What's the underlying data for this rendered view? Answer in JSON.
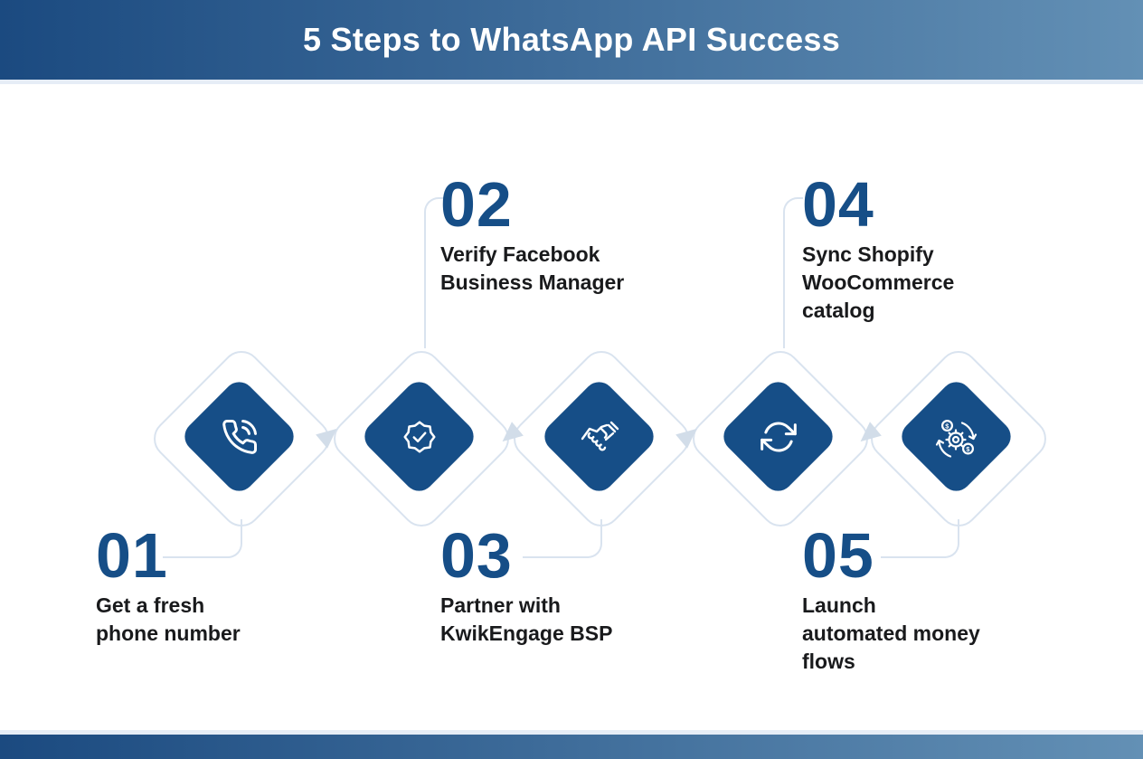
{
  "header": {
    "title": "5 Steps to WhatsApp API Success"
  },
  "colors": {
    "brand_dark_blue": "#164e87",
    "gradient_start": "#1b4a80",
    "gradient_end": "#6390b5",
    "line_light_blue": "#d9e3ef",
    "arrow_light_blue": "#d2dde9",
    "text_dark": "#191a1c"
  },
  "steps": [
    {
      "number": "01",
      "title": "Get a fresh\nphone number",
      "icon": "phone-call-icon",
      "label_position": "below"
    },
    {
      "number": "02",
      "title": "Verify Facebook\nBusiness Manager",
      "icon": "verified-badge-icon",
      "label_position": "above"
    },
    {
      "number": "03",
      "title": "Partner with\nKwikEngage BSP",
      "icon": "handshake-icon",
      "label_position": "below"
    },
    {
      "number": "04",
      "title": "Sync Shopify\nWooCommerce\ncatalog",
      "icon": "sync-icon",
      "label_position": "above"
    },
    {
      "number": "05",
      "title": "Launch\nautomated money\nflows",
      "icon": "money-automation-icon",
      "label_position": "below"
    }
  ]
}
